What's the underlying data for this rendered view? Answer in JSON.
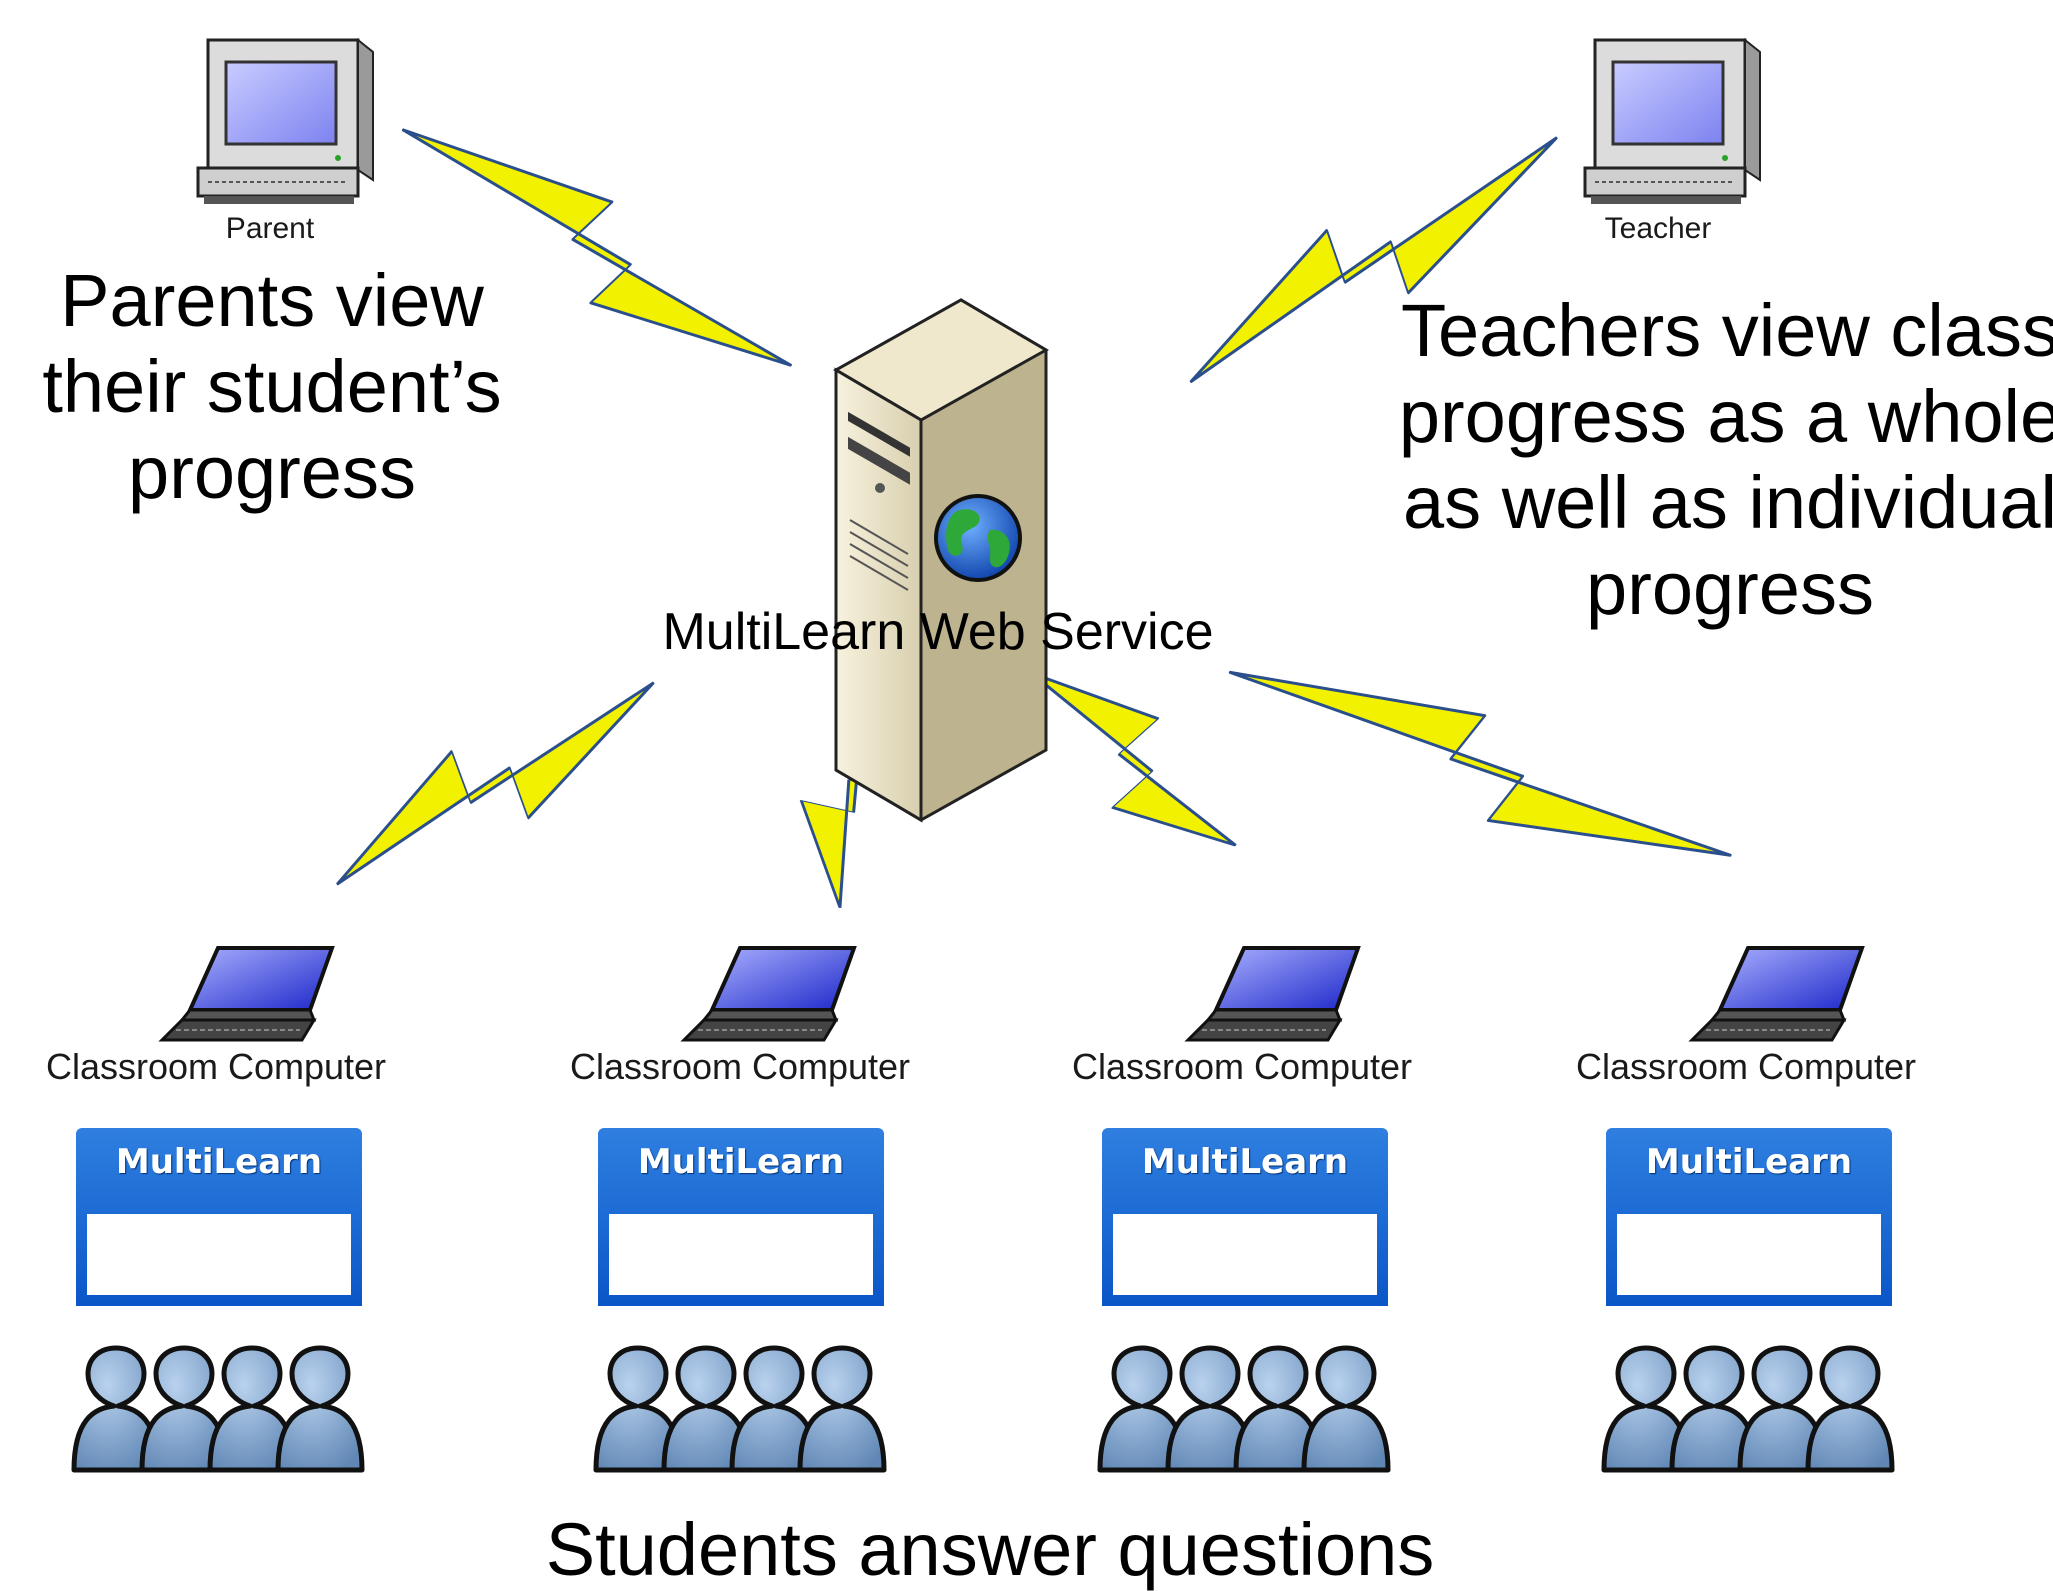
{
  "parent": {
    "label": "Parent",
    "caption_lines": [
      "Parents view",
      "their student’s",
      "progress"
    ]
  },
  "teacher": {
    "label": "Teacher",
    "caption_lines": [
      "Teachers view class",
      "progress as a whole",
      "as well as individual",
      "progress"
    ]
  },
  "server": {
    "label": "MultiLearn Web Service"
  },
  "classrooms": [
    {
      "label": "Classroom Computer",
      "app_title": "MultiLearn"
    },
    {
      "label": "Classroom Computer",
      "app_title": "MultiLearn"
    },
    {
      "label": "Classroom Computer",
      "app_title": "MultiLearn"
    },
    {
      "label": "Classroom Computer",
      "app_title": "MultiLearn"
    }
  ],
  "students_caption": "Students answer questions",
  "colors": {
    "bolt_fill": "#f2f200",
    "bolt_stroke": "#2a4f8c",
    "app_blue": "#0a56c8",
    "student_blue": "#7ea4cc"
  },
  "icons": [
    "desktop-computer-icon",
    "server-icon",
    "globe-icon",
    "laptop-icon",
    "users-group-icon",
    "lightning-link-icon"
  ]
}
